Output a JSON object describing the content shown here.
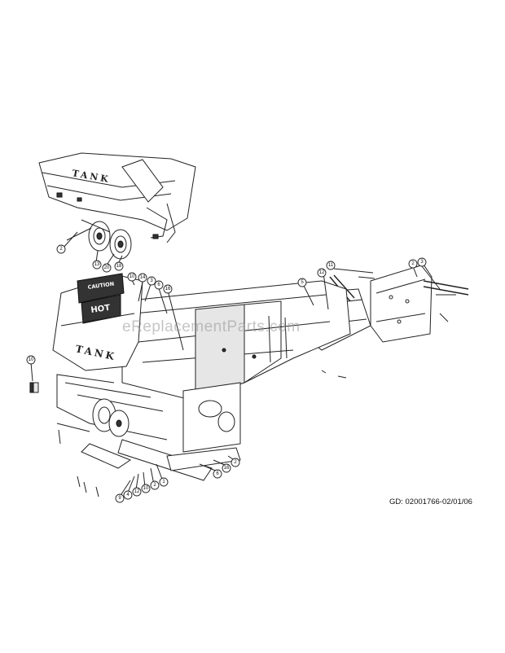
{
  "diagram": {
    "decals": {
      "upper_tank": "TANK",
      "lower_tank": "TANK",
      "caution": "CAUTION",
      "hot": "HOT"
    },
    "callouts": [
      "2",
      "13",
      "20",
      "18",
      "10",
      "14",
      "3",
      "6",
      "16",
      "5",
      "12",
      "11",
      "2",
      "3",
      "10",
      "9",
      "4",
      "12",
      "10",
      "2",
      "1",
      "6",
      "16",
      "2"
    ],
    "watermark": "eReplacementParts.com",
    "footer_code": "GD: 02001766-02/01/06"
  }
}
